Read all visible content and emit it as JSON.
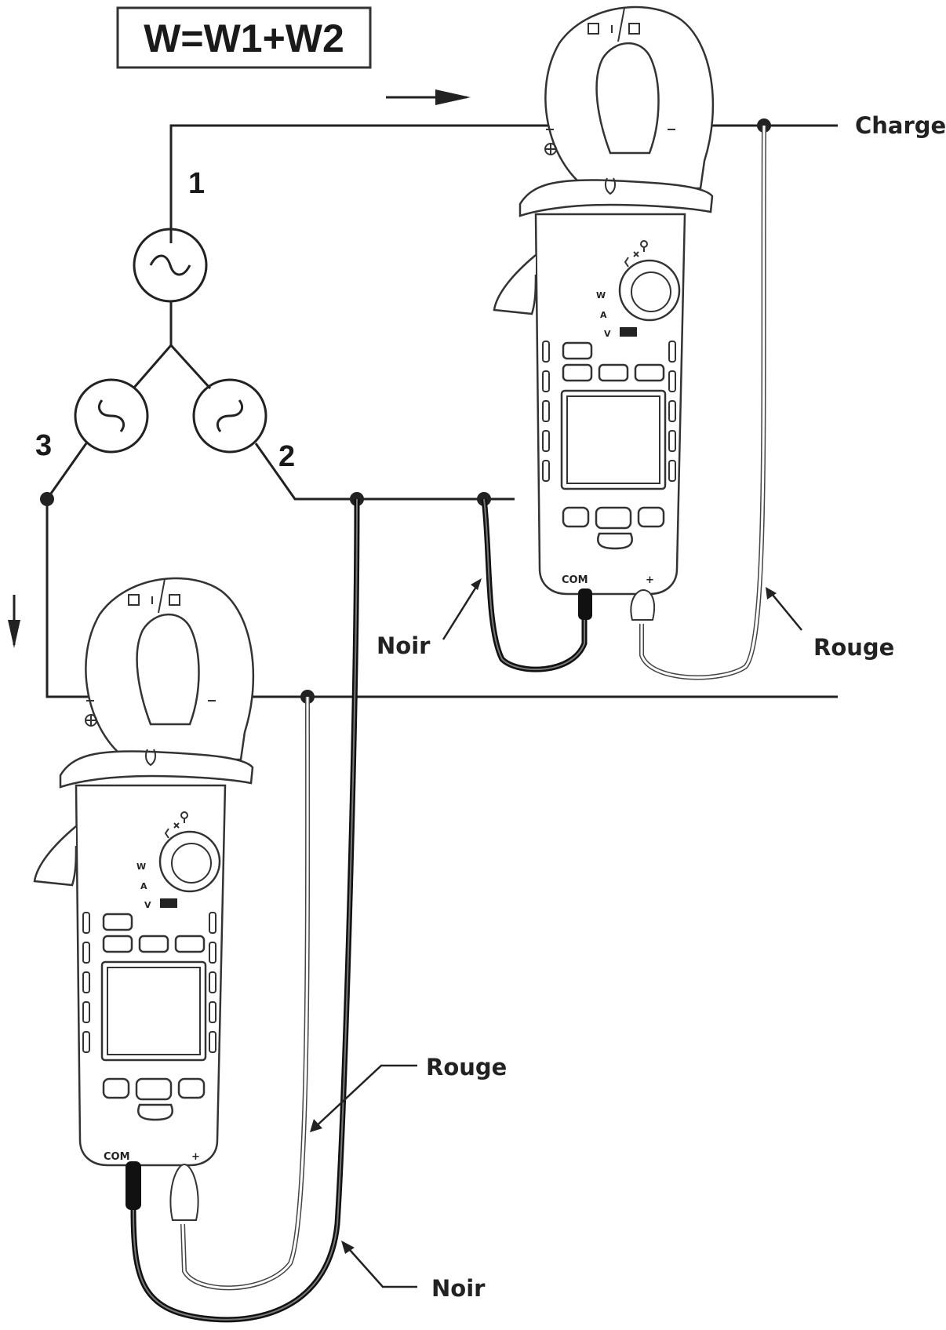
{
  "title": "W=W1+W2",
  "nodes": {
    "n1": "1",
    "n2": "2",
    "n3": "3"
  },
  "labels": {
    "charge": "Charge",
    "noir_top": "Noir",
    "rouge_top": "Rouge",
    "rouge_bottom": "Rouge",
    "noir_bottom": "Noir"
  },
  "meter": {
    "com": "COM",
    "plus": "+",
    "dial_w": "W",
    "dial_a": "A",
    "dial_v": "V"
  },
  "colors": {
    "ink": "#222222",
    "lead_black": "#111111",
    "background": "#ffffff"
  }
}
